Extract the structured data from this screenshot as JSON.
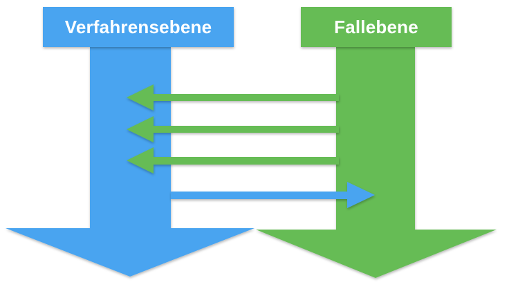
{
  "diagram": {
    "background_color": "#ffffff",
    "label_text_color": "#ffffff",
    "levels": [
      {
        "id": "verfahrensebene",
        "label": "Verfahrensebene",
        "color": "#49A4F0",
        "direction": "down"
      },
      {
        "id": "fallebene",
        "label": "Fallebene",
        "color": "#66BC55",
        "direction": "down"
      }
    ],
    "cross_arrows": [
      {
        "direction": "left",
        "color": "#66BC55"
      },
      {
        "direction": "left",
        "color": "#66BC55"
      },
      {
        "direction": "left",
        "color": "#66BC55"
      },
      {
        "direction": "right",
        "color": "#49A4F0"
      }
    ]
  }
}
